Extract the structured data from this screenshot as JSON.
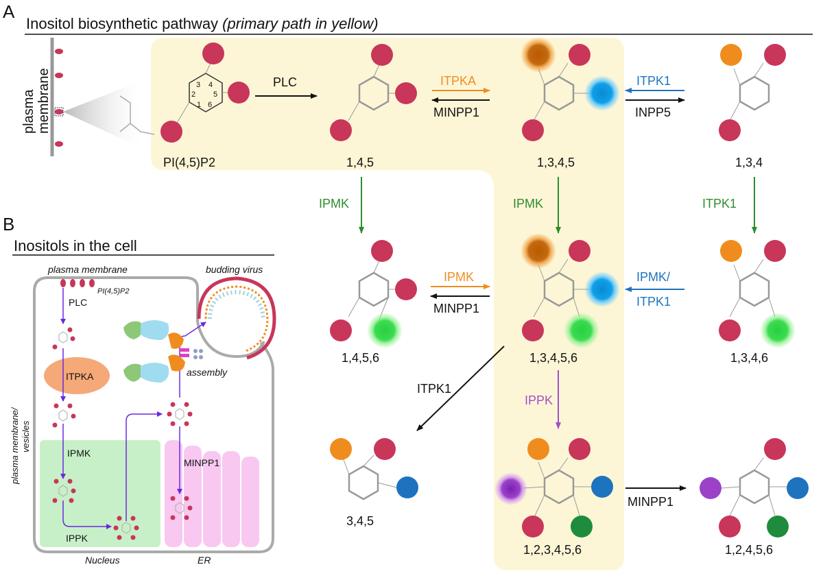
{
  "panel_a": {
    "letter": "A",
    "title_main": "Inositol biosynthetic pathway ",
    "title_italic": "(primary path in yellow)",
    "membrane_label_1": "plasma",
    "membrane_label_2": "membrane",
    "ring_numbers": [
      "1",
      "2",
      "3",
      "4",
      "5",
      "6"
    ],
    "compounds": {
      "pip2": "PI(4,5)P2",
      "ip3": "1,4,5",
      "ip4_1345": "1,3,4,5",
      "ip3_134": "1,3,4",
      "ip4_1456": "1,4,5,6",
      "ip5": "1,3,4,5,6",
      "ip4_1346": "1,3,4,6",
      "ip3_345": "3,4,5",
      "ip6": "1,2,3,4,5,6",
      "ip5_12456": "1,2,4,5,6"
    },
    "enzymes": {
      "plc": "PLC",
      "itpka": "ITPKA",
      "minpp1_top": "MINPP1",
      "itpk1_top": "ITPK1",
      "inpp5": "INPP5",
      "ipmk_left": "IPMK",
      "ipmk_mid": "IPMK",
      "itpk1_right": "ITPK1",
      "ipmk_fwd": "IPMK",
      "minpp1_mid": "MINPP1",
      "ipmk_itpk1_1": "IPMK/",
      "ipmk_itpk1_2": "ITPK1",
      "itpk1_diag": "ITPK1",
      "ippk": "IPPK",
      "minpp1_bottom": "MINPP1"
    }
  },
  "panel_b": {
    "letter": "B",
    "title": "Inositols in the cell",
    "labels": {
      "plasma_membrane": "plasma membrane",
      "pip2": "PI(4,5)P2",
      "budding_virus": "budding virus",
      "plc": "PLC",
      "itpka": "ITPKA",
      "ipmk": "IPMK",
      "ippk": "IPPK",
      "minpp1": "MINPP1",
      "assembly": "assembly",
      "nucleus": "Nucleus",
      "er": "ER",
      "side_1": "plasma membrane/",
      "side_2": "vesicles"
    }
  },
  "colors": {
    "phosphate": "#c8365a",
    "orange": "#f08c1e",
    "blue": "#1e73be",
    "green": "#1e8c3c",
    "glow_green": "#3cdc50",
    "purple": "#9b42c8",
    "enzyme_green": "#2e8b2e",
    "enzyme_orange": "#f08c1e",
    "enzyme_blue": "#1e73be",
    "enzyme_purple": "#a050c8",
    "highlight": "#fdf6d6",
    "nucleus": "#c8f0c8",
    "er": "#f8c8f0",
    "itpka_blob": "#f5a878"
  }
}
